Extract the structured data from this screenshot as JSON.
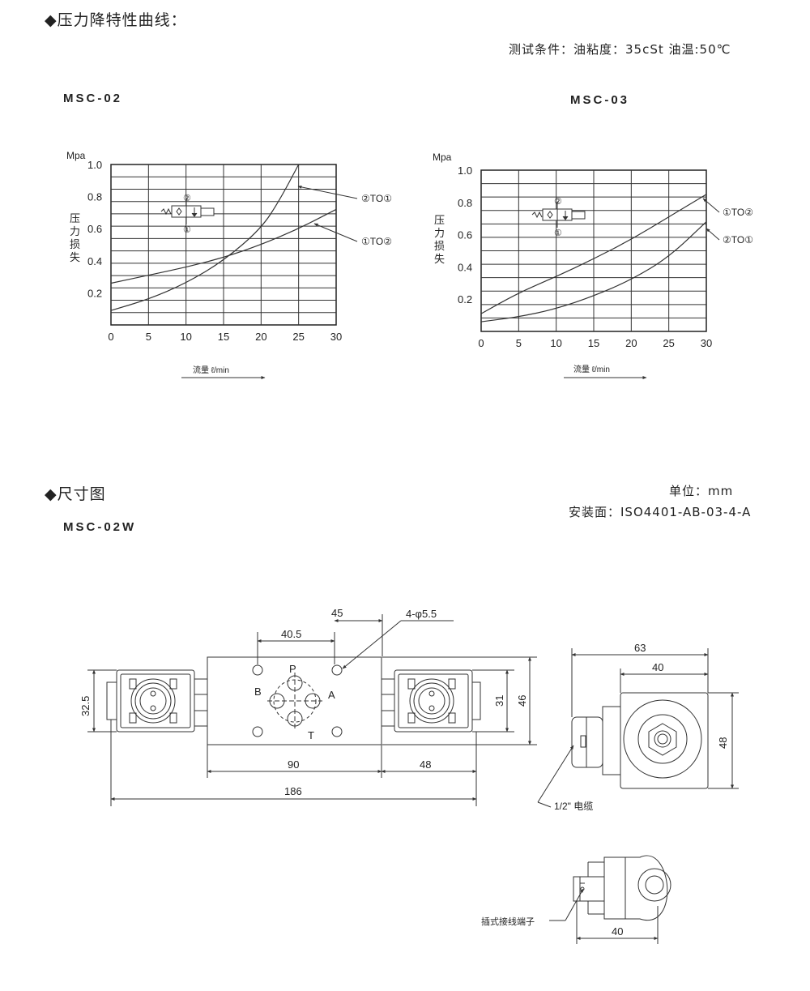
{
  "section1": {
    "title": "◆压力降特性曲线：",
    "test_condition": "测试条件：油粘度：35cSt 油温:50℃"
  },
  "charts": [
    {
      "model": "MSC-02",
      "y_unit": "Mpa",
      "y_label": "压力损失",
      "x_label": "流量 ℓ/min",
      "y_ticks": [
        "1.0",
        "0.8",
        "0.6",
        "0.4",
        "0.2"
      ],
      "x_ticks": [
        "0",
        "5",
        "10",
        "15",
        "20",
        "25",
        "30"
      ],
      "curve_labels": [
        "②TO①",
        "①TO②"
      ],
      "symbol_ports": [
        "②",
        "①"
      ]
    },
    {
      "model": "MSC-03",
      "y_unit": "Mpa",
      "y_label": "压力损失",
      "x_label": "流量 ℓ/min",
      "y_ticks": [
        "1.0",
        "0.8",
        "0.6",
        "0.4",
        "0.2"
      ],
      "x_ticks": [
        "0",
        "5",
        "10",
        "15",
        "20",
        "25",
        "30"
      ],
      "curve_labels": [
        "①TO②",
        "②TO①"
      ],
      "symbol_ports": [
        "②",
        "①"
      ]
    }
  ],
  "chart_data": [
    {
      "type": "line",
      "xlim": [
        0,
        30
      ],
      "ylim": [
        0,
        1.0
      ],
      "series": [
        {
          "name": "②TO①",
          "x": [
            0,
            5,
            10,
            15,
            20,
            22.5,
            25
          ],
          "y": [
            0.09,
            0.16,
            0.26,
            0.4,
            0.6,
            0.78,
            1.0
          ]
        },
        {
          "name": "①TO②",
          "x": [
            0,
            5,
            10,
            15,
            20,
            25,
            30
          ],
          "y": [
            0.26,
            0.31,
            0.36,
            0.42,
            0.5,
            0.6,
            0.72
          ]
        }
      ]
    },
    {
      "type": "line",
      "xlim": [
        0,
        30
      ],
      "ylim": [
        0,
        1.0
      ],
      "series": [
        {
          "name": "①TO②",
          "x": [
            0,
            5,
            10,
            15,
            20,
            25,
            30
          ],
          "y": [
            0.11,
            0.24,
            0.34,
            0.45,
            0.57,
            0.71,
            0.85
          ]
        },
        {
          "name": "②TO①",
          "x": [
            0,
            5,
            10,
            15,
            20,
            25,
            30
          ],
          "y": [
            0.06,
            0.09,
            0.14,
            0.22,
            0.32,
            0.46,
            0.68
          ]
        }
      ]
    }
  ],
  "section2": {
    "title": "◆尺寸图",
    "unit": "单位：mm",
    "mounting": "安装面：ISO4401-AB-03-4-A",
    "model": "MSC-02W"
  },
  "dimensions": {
    "d45": "45",
    "d40_5": "40.5",
    "holes": "4-φ5.5",
    "d32_5": "32.5",
    "d31": "31",
    "d46": "46",
    "d90": "90",
    "d48": "48",
    "d186": "186",
    "d63": "63",
    "d40": "40",
    "d48_side": "48",
    "d40_bottom": "40",
    "port_p": "P",
    "port_a": "A",
    "port_b": "B",
    "port_t": "T",
    "cable": "1/2\" 电缆",
    "terminal": "插式接线端子"
  }
}
